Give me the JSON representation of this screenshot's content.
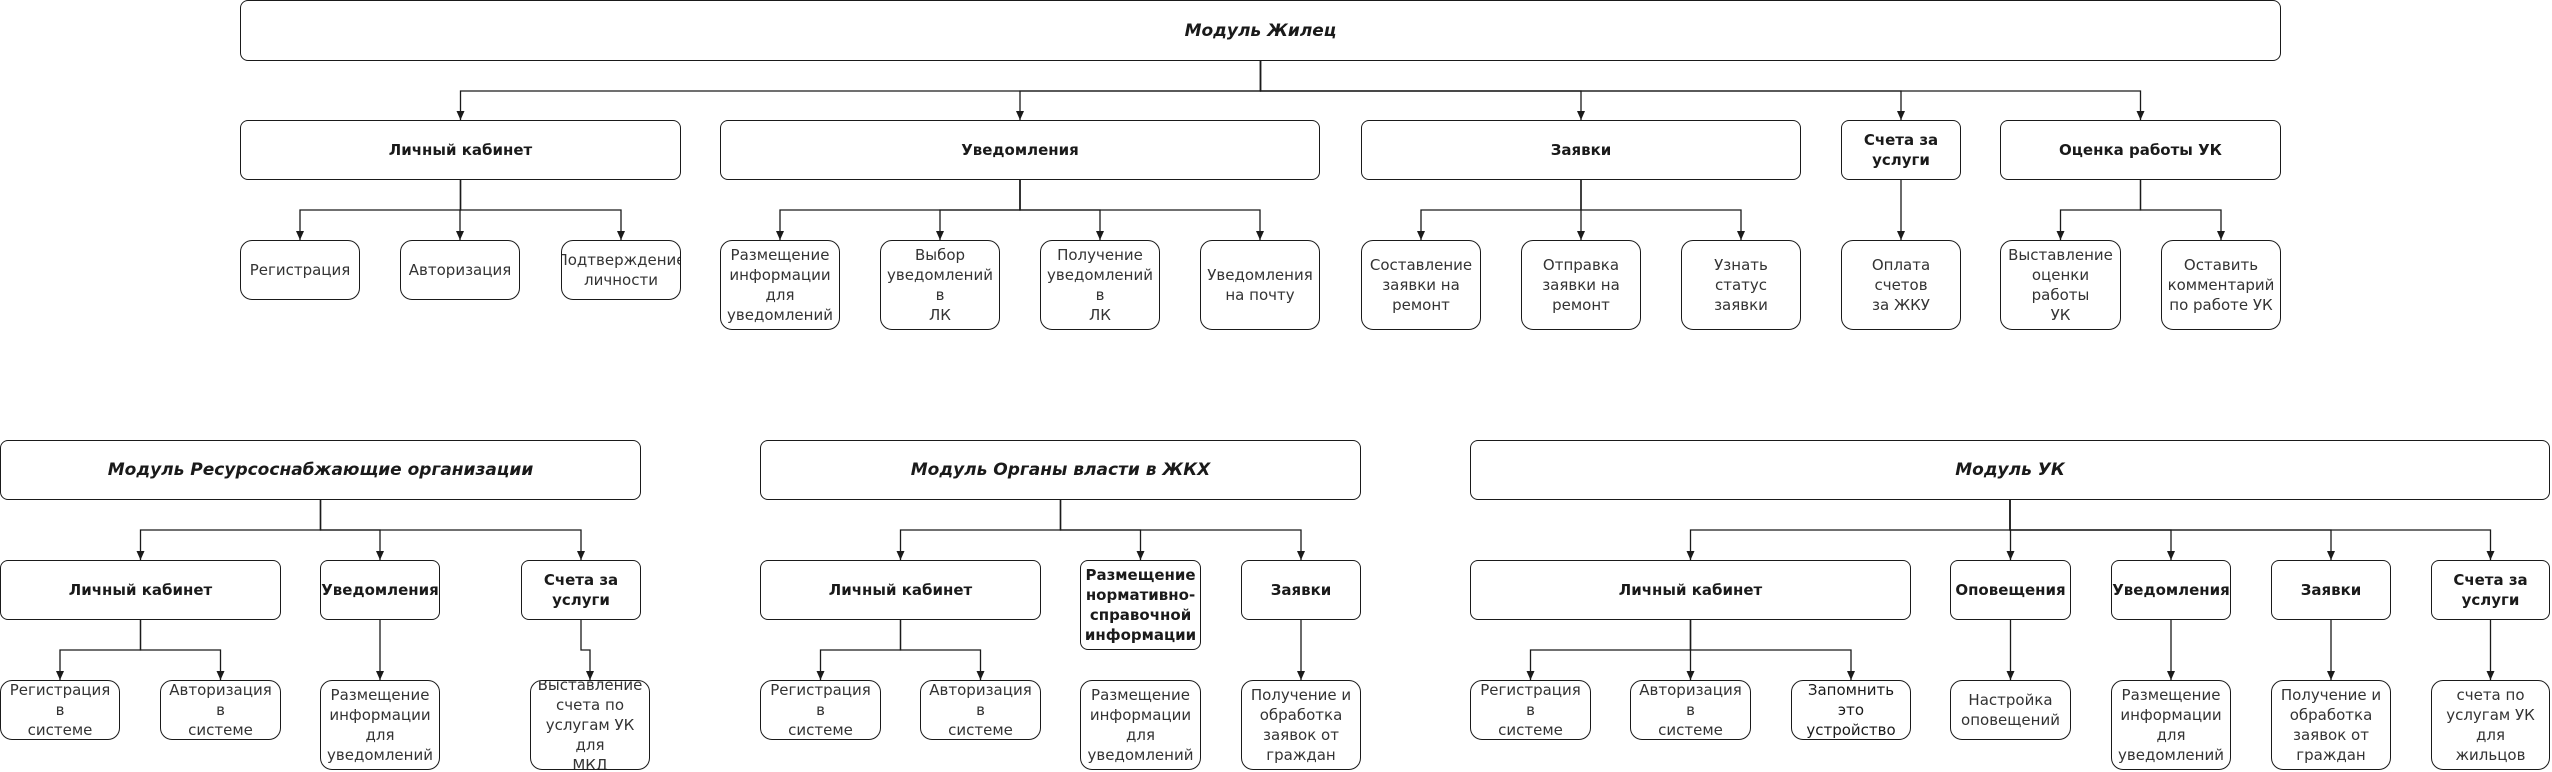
{
  "modules": {
    "tenant": "Модуль Жилец",
    "resource": "Модуль Ресурсоснабжающие организации",
    "authority": "Модуль Органы власти в ЖКХ",
    "mc": "Модуль УК"
  },
  "tenant": {
    "cabinet": "Личный кабинет",
    "notifications": "Уведомления",
    "requests": "Заявки",
    "bills": "Счета за\nуслуги",
    "rating": "Оценка работы УК",
    "leaves": {
      "registration": "Регистрация",
      "authorization": "Авторизация",
      "identity": "Подтверждение\nличности",
      "post_info": "Размещение\nинформации\nдля\nуведомлений",
      "choose_notif": "Выбор\nуведомлений в\nЛК",
      "receive_notif": "Получение\nуведомлений в\nЛК",
      "email_notif": "Уведомления\nна почту",
      "compose_request": "Составление\nзаявки на\nремонт",
      "send_request": "Отправка\nзаявки на\nремонт",
      "status_request": "Узнать статус\nзаявки",
      "pay_bills": "Оплата счетов\nза ЖКУ",
      "rate_work": "Выставление\nоценки работы\nУК",
      "leave_comment": "Оставить\nкомментарий\nпо работе УК"
    }
  },
  "resource": {
    "cabinet": "Личный кабинет",
    "notifications": "Уведомления",
    "bills": "Счета за\nуслуги",
    "leaves": {
      "registration": "Регистрация в\nсистеме",
      "authorization": "Авторизация в\nсистеме",
      "post_info": "Размещение\nинформации\nдля\nуведомлений",
      "issue_bills": "Выставление\nсчета по\nуслугам УК для\nМКД"
    }
  },
  "authority": {
    "cabinet": "Личный кабинет",
    "normative": "Размещение\nнормативно-\nсправочной\nинформации",
    "requests": "Заявки",
    "leaves": {
      "registration": "Регистрация в\nсистеме",
      "authorization": "Авторизация в\nсистеме",
      "post_info": "Размещение\nинформации\nдля\nуведомлений",
      "handle_requests": "Получение и\nобработка\nзаявок от\nграждан"
    }
  },
  "mc": {
    "cabinet": "Личный кабинет",
    "alerts": "Оповещения",
    "notifications": "Уведомления",
    "requests": "Заявки",
    "bills": "Счета за\nуслуги",
    "leaves": {
      "registration": "Регистрация в\nсистеме",
      "authorization": "Авторизация в\nсистеме",
      "remember_device": "Запомнить это\nустройство",
      "alert_settings": "Настройка\nоповещений",
      "post_info": "Размещение\nинформации\nдля\nуведомлений",
      "handle_requests": "Получение и\nобработка\nзаявок от\nграждан",
      "issue_bills": "Выставление\nсчета по\nуслугам УК для\nжильцов МКД"
    }
  },
  "colors": {
    "stroke": "#1a1a1a",
    "leaf_text": "#333333",
    "background": "#ffffff"
  }
}
